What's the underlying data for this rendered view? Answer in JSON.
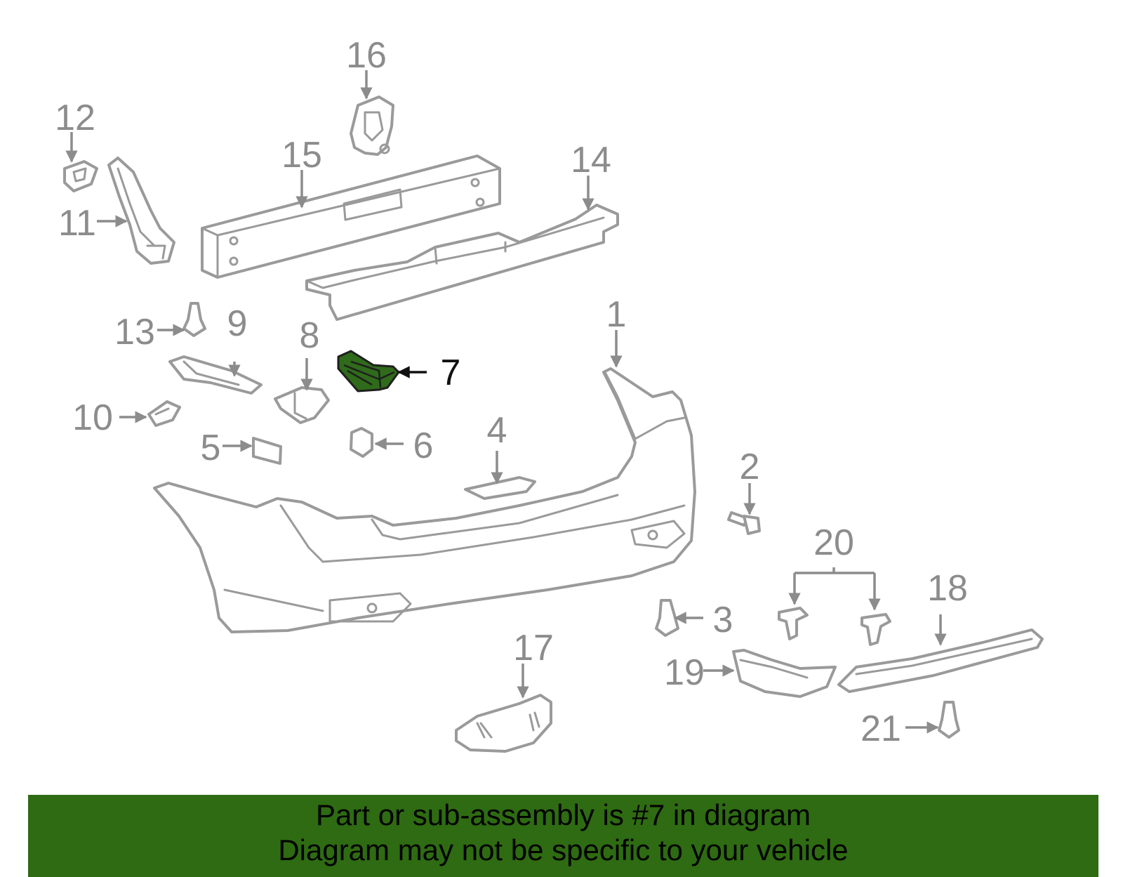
{
  "diagram": {
    "highlighted_part": "7",
    "callouts": [
      "1",
      "2",
      "3",
      "4",
      "5",
      "6",
      "7",
      "8",
      "9",
      "10",
      "11",
      "12",
      "13",
      "14",
      "15",
      "16",
      "17",
      "18",
      "19",
      "20",
      "21"
    ],
    "colors": {
      "line_art": "#9a9a9a",
      "highlight_fill": "#2f6b1a",
      "banner": "#2e6b12"
    }
  },
  "banner": {
    "line1": "Part or sub-assembly is #7 in diagram",
    "line2": "Diagram may not be specific to your vehicle"
  }
}
